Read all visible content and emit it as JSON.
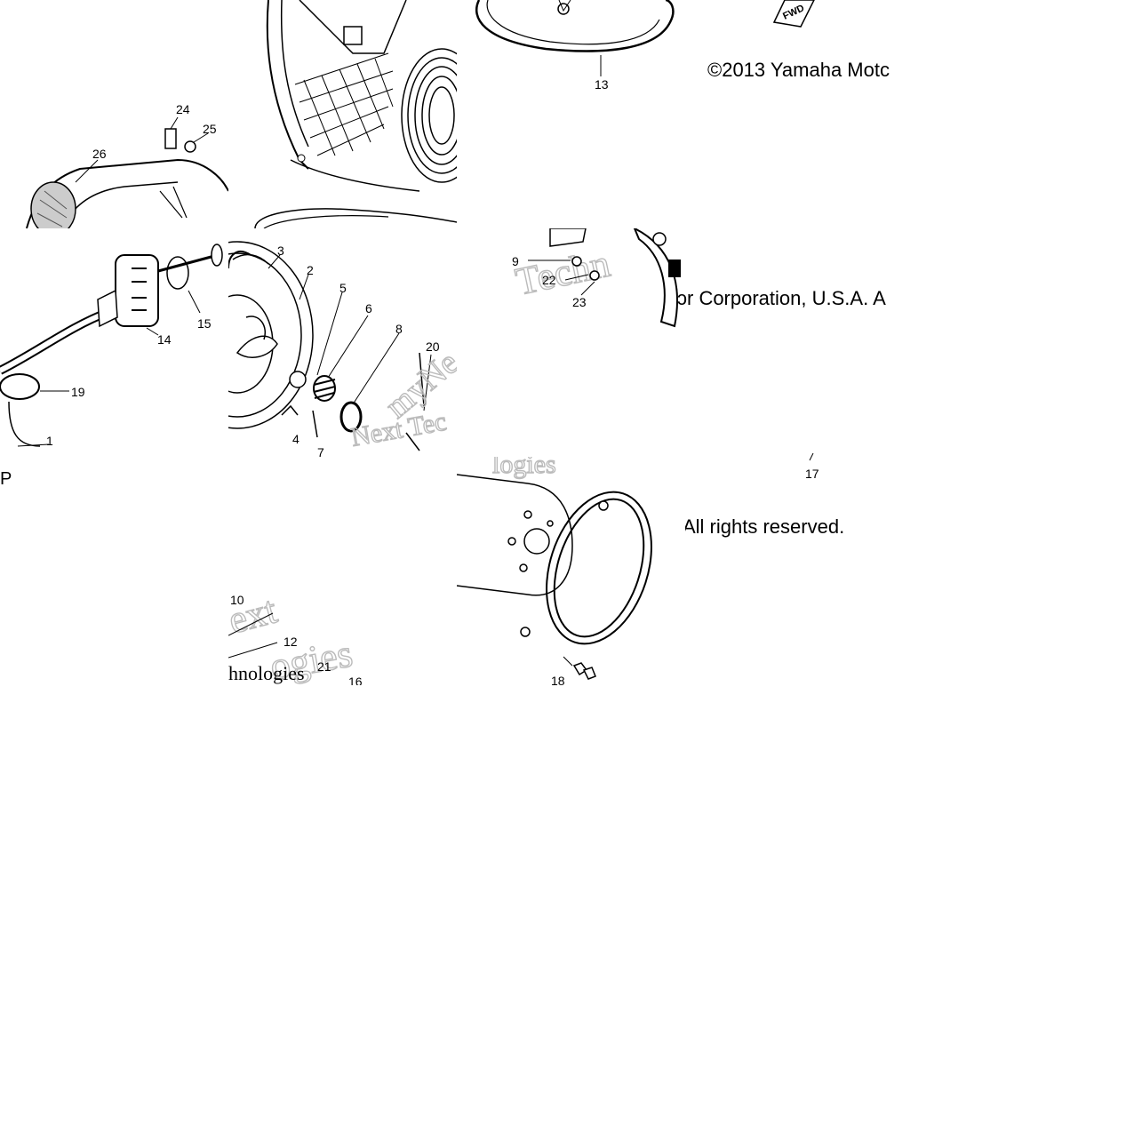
{
  "copyright": {
    "line1": "©2013 Yamaha Motc",
    "line2": "ɔr Corporation, U.S.A. A",
    "line3": "All rights reserved."
  },
  "watermark": {
    "t_technology_1": "Techn",
    "t_next_tec": "Next Tec",
    "t_mynext": "myNe",
    "t_logies_a": "logies",
    "t_next": "ext",
    "t_logies_b": "ogies",
    "t_nologies": "hnologies"
  },
  "callouts": {
    "c24": "24",
    "c25": "25",
    "c26": "26",
    "c3": "3",
    "c2": "2",
    "c5": "5",
    "c6": "6",
    "c8": "8",
    "c20": "20",
    "c4": "4",
    "c7": "7",
    "c14": "14",
    "c15": "15",
    "c19": "19",
    "c1": "1",
    "c13": "13",
    "c9": "9",
    "c22": "22",
    "c23": "23",
    "c17": "17",
    "c10": "10",
    "c12": "12",
    "c16": "16",
    "c18": "18",
    "c21": "21",
    "fwd": "FWD",
    "p": "P"
  }
}
